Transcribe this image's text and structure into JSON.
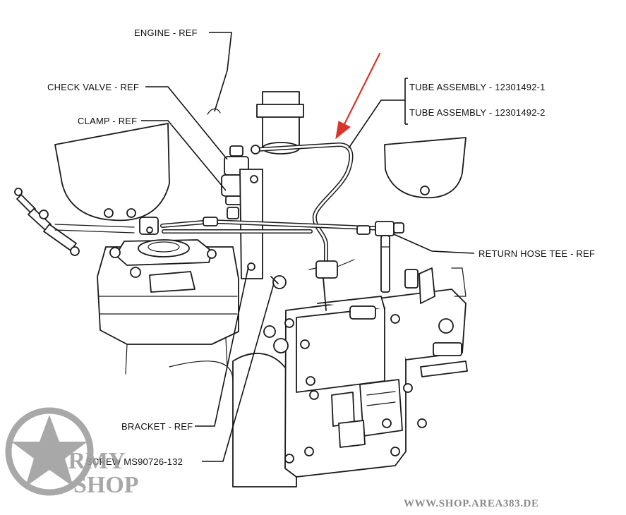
{
  "labels": {
    "engine": "ENGINE - REF",
    "check_valve": "CHECK VALVE - REF",
    "clamp": "CLAMP - REF",
    "tube_1": "TUBE ASSEMBLY - 12301492-1",
    "tube_2": "TUBE ASSEMBLY - 12301492-2",
    "return_hose_tee": "RETURN HOSE TEE - REF",
    "bracket": "BRACKET - REF",
    "screw": "SCREW MS90726-132"
  },
  "watermark": {
    "line1": "ARMY",
    "line2": "SHOP",
    "site": "WWW.SHOP.AREA383.DE"
  },
  "colors": {
    "arrow": "#d9342b",
    "ink": "#111111",
    "watermark": "#9a9a9a"
  }
}
